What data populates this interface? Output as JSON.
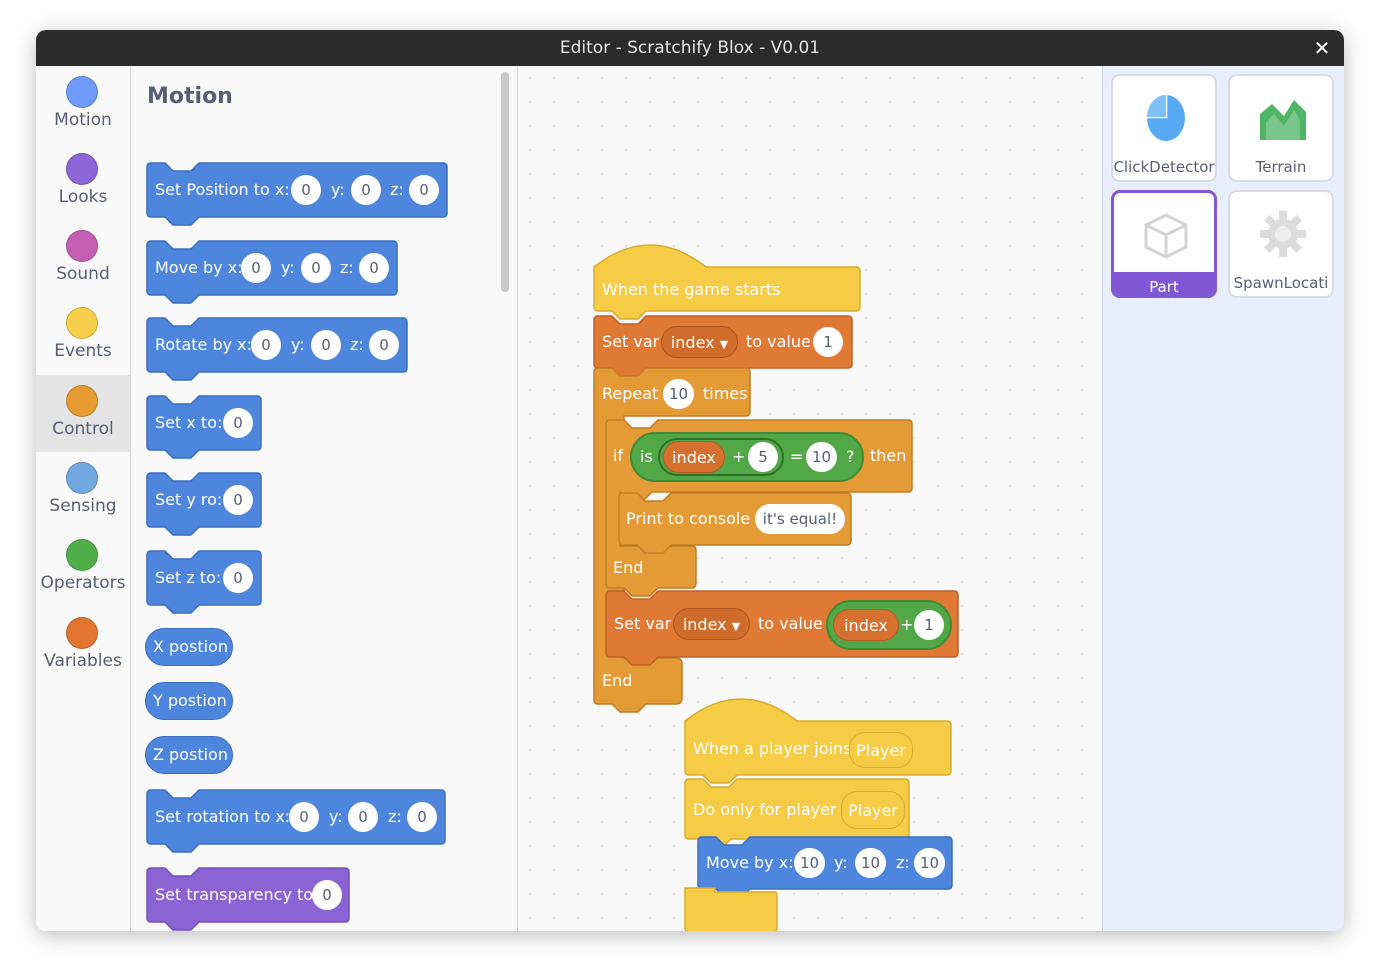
{
  "window": {
    "title": "Editor - Scratchify Blox - V0.01"
  },
  "categories": [
    {
      "label": "Motion",
      "color": "#4c97ff"
    },
    {
      "label": "Looks",
      "color": "#9966ff"
    },
    {
      "label": "Sound",
      "color": "#cf63cf"
    },
    {
      "label": "Events",
      "color": "#ffd500"
    },
    {
      "label": "Control",
      "color": "#ffab19",
      "selected": true
    },
    {
      "label": "Sensing",
      "color": "#5cb1d6"
    },
    {
      "label": "Operators",
      "color": "#40bf4a"
    },
    {
      "label": "Variables",
      "color": "#ff8c1a"
    }
  ],
  "palette": {
    "title": "Motion",
    "set_position": {
      "label": "Set Position to x:",
      "x": "0",
      "y_label": "y:",
      "y": "0",
      "z_label": "z:",
      "z": "0"
    },
    "move_by": {
      "label": "Move by x:",
      "x": "0",
      "y_label": "y:",
      "y": "0",
      "z_label": "z:",
      "z": "0"
    },
    "rotate_by": {
      "label": "Rotate by x:",
      "x": "0",
      "y_label": "y:",
      "y": "0",
      "z_label": "z:",
      "z": "0"
    },
    "set_x": {
      "label": "Set x to:",
      "value": "0"
    },
    "set_y": {
      "label": "Set y ro:",
      "value": "0"
    },
    "set_z": {
      "label": "Set z to:",
      "value": "0"
    },
    "x_position": "X postion",
    "y_position": "Y postion",
    "z_position": "Z postion",
    "set_rotation": {
      "label": "Set rotation to x:",
      "x": "0",
      "y_label": "y:",
      "y": "0",
      "z_label": "z:",
      "z": "0"
    },
    "set_transparency": {
      "label": "Set transparency to",
      "value": "0"
    }
  },
  "script1": {
    "hat": "When the game starts",
    "setvar1": {
      "label": "Set var",
      "var": "index",
      "to": "to value",
      "value": "1"
    },
    "repeat": {
      "label": "Repeat",
      "value": "10",
      "suffix": "times"
    },
    "if": {
      "label": "if",
      "is": "is",
      "var": "index",
      "plus": "+",
      "addend": "5",
      "eq": "=",
      "target": "10",
      "q": "?",
      "then": "then"
    },
    "print": {
      "label": "Print to console",
      "value": "it's equal!"
    },
    "end_if": "End",
    "setvar2": {
      "label": "Set var",
      "var": "index",
      "to": "to value",
      "rep": "index",
      "plus": "+",
      "value": "1"
    },
    "end_repeat": "End"
  },
  "script2": {
    "hat": "When a player joins",
    "hat_arg": "Player",
    "do_only": "Do only for player",
    "do_only_arg": "Player",
    "move": {
      "label": "Move by x:",
      "x": "10",
      "y_label": "y:",
      "y": "10",
      "z_label": "z:",
      "z": "10"
    }
  },
  "objects": [
    {
      "label": "ClickDetector",
      "icon": "mouse-icon",
      "selected": false
    },
    {
      "label": "Terrain",
      "icon": "terrain-icon",
      "selected": false
    },
    {
      "label": "Part",
      "icon": "cube-icon",
      "selected": true
    },
    {
      "label": "SpawnLocati",
      "icon": "spawn-gear-icon",
      "selected": false
    }
  ]
}
